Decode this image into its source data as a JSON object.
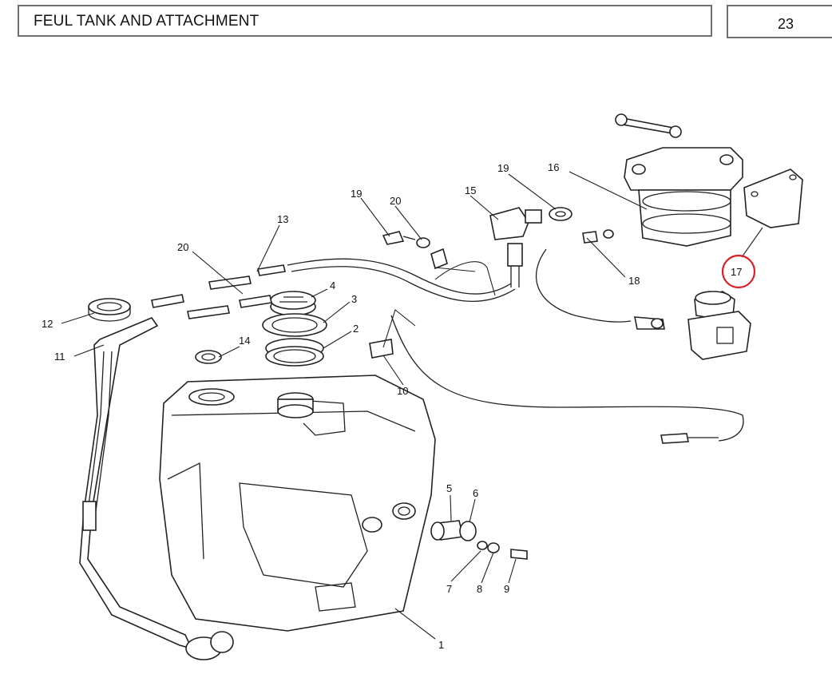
{
  "header": {
    "title": "FEUL TANK AND ATTACHMENT",
    "page_number": "23"
  },
  "callouts": {
    "c1": "1",
    "c2": "2",
    "c3": "3",
    "c4": "4",
    "c5": "5",
    "c6": "6",
    "c7": "7",
    "c8": "8",
    "c9": "9",
    "c10": "10",
    "c11": "11",
    "c12": "12",
    "c13": "13",
    "c14": "14",
    "c15": "15",
    "c16": "16",
    "c17": "17",
    "c18": "18",
    "c19a": "19",
    "c19b": "19",
    "c20a": "20",
    "c20b": "20"
  },
  "highlight": {
    "callout": "17",
    "color": "#d9202a"
  }
}
